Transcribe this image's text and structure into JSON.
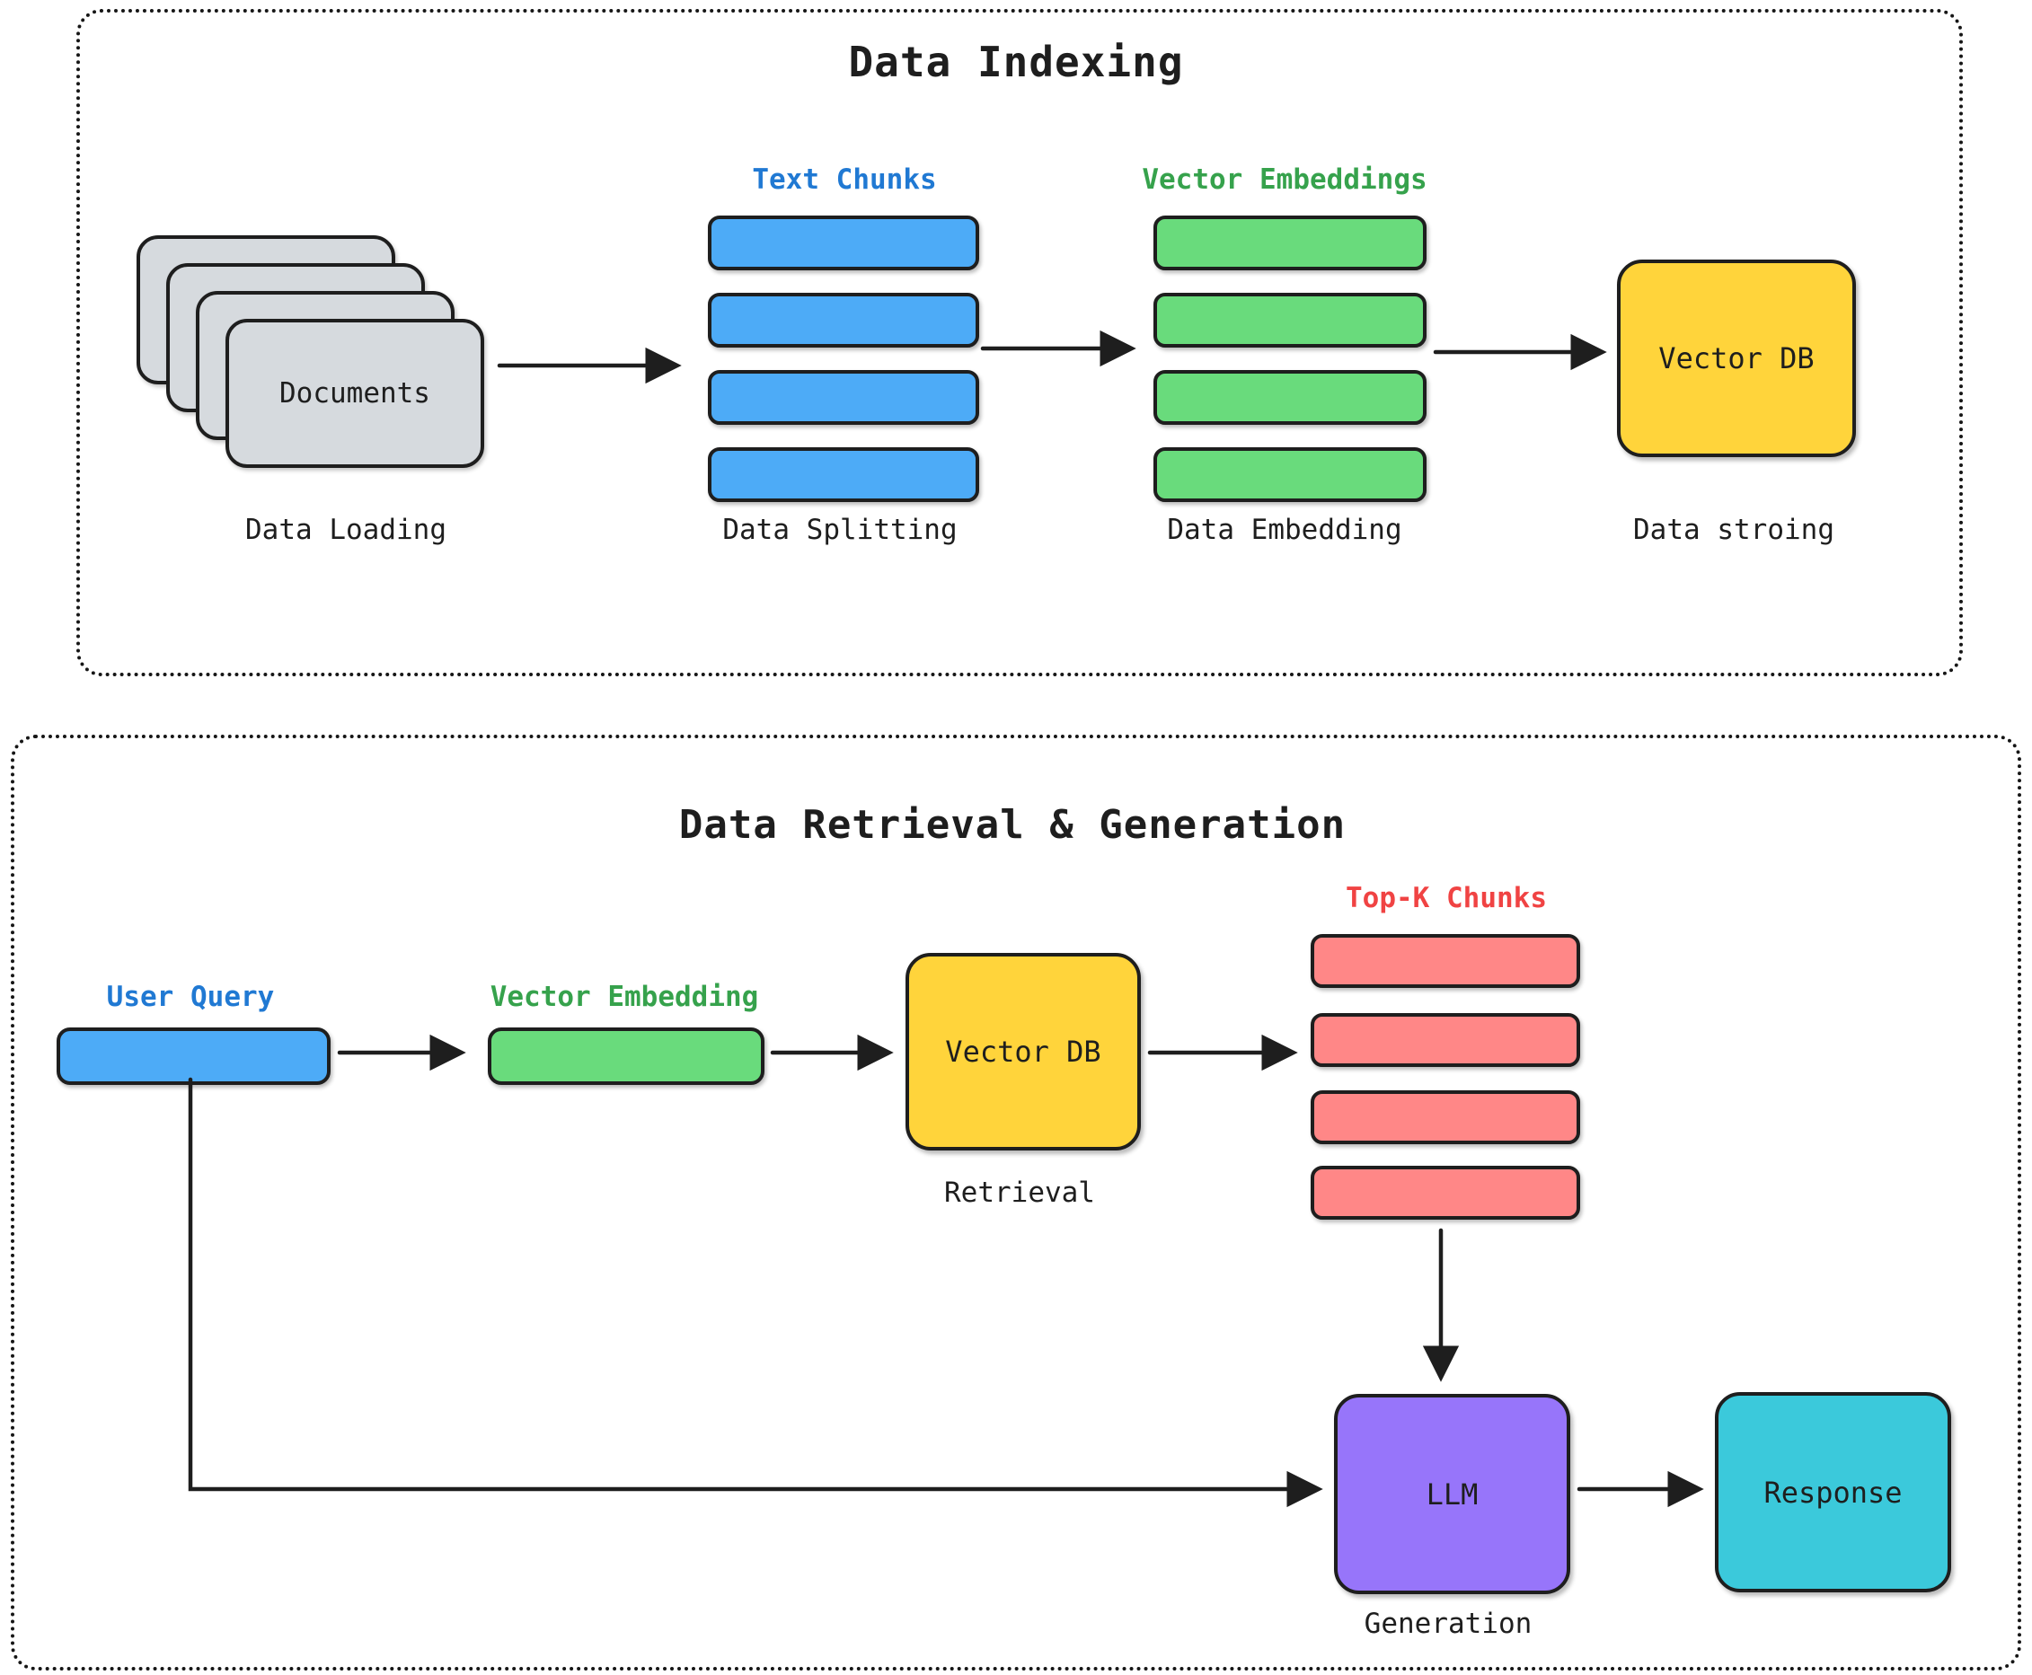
{
  "diagram": {
    "indexing": {
      "title": "Data Indexing",
      "documents_label": "Documents",
      "loading_caption": "Data Loading",
      "text_chunks_label": "Text Chunks",
      "splitting_caption": "Data Splitting",
      "embeddings_label": "Vector Embeddings",
      "embedding_caption": "Data Embedding",
      "vector_db_label": "Vector DB",
      "storing_caption": "Data stroing",
      "document_card_count": 4,
      "chunk_bar_count": 4,
      "embedding_bar_count": 4
    },
    "retrieval": {
      "title": "Data Retrieval & Generation",
      "user_query_label": "User Query",
      "vector_embedding_label": "Vector Embedding",
      "vector_db_label": "Vector DB",
      "retrieval_caption": "Retrieval",
      "top_k_label": "Top-K Chunks",
      "top_k_bar_count": 4,
      "llm_label": "LLM",
      "generation_caption": "Generation",
      "response_label": "Response"
    },
    "colors": {
      "blue_fill": "#4dabf7",
      "green_fill": "#69db7c",
      "yellow_fill": "#ffd43b",
      "red_fill": "#ff8787",
      "purple_fill": "#9775fa",
      "cyan_fill": "#3bc9db",
      "gray_fill": "#d6dade",
      "stroke": "#1e1e1e",
      "blue_text": "#2079d3",
      "green_text": "#36a24c",
      "red_text": "#f04343"
    }
  }
}
